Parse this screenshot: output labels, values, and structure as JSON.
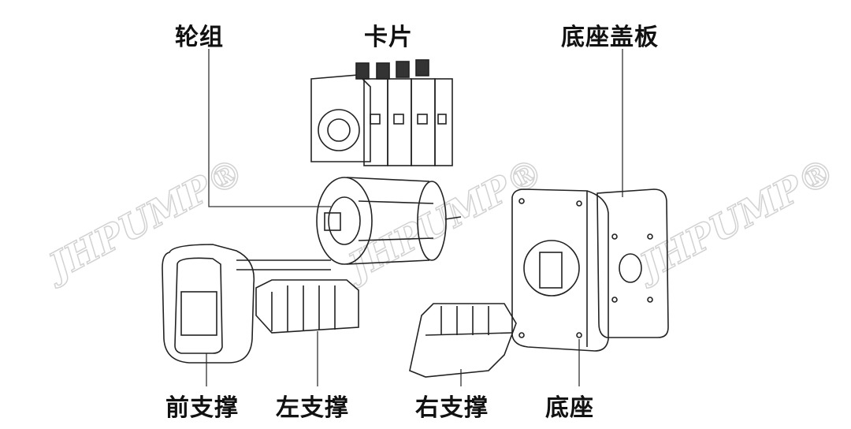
{
  "labels": {
    "wheel_group": "轮组",
    "card": "卡片",
    "base_cover": "底座盖板",
    "front_support": "前支撑",
    "left_support": "左支撑",
    "right_support": "右支撑",
    "base": "底座"
  },
  "watermark": "JHPUMP®"
}
